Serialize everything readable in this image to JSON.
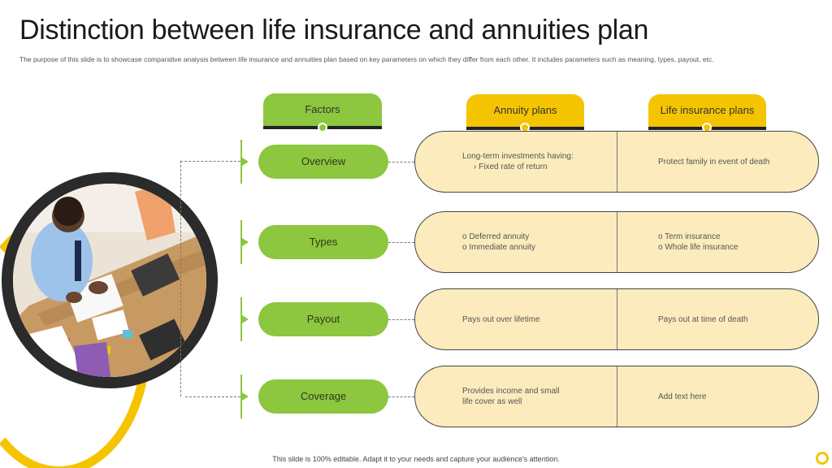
{
  "title": "Distinction between life insurance and annuities plan",
  "subtitle": "The purpose of this slide is to showcase comparative analysis between life insurance and annuities plan based on key parameters on which they differ from each other. It includes parameters such as meaning, types, payout, etc.",
  "headers": {
    "factors": "Factors",
    "annuity": "Annuity plans",
    "life": "Life insurance plans"
  },
  "rows": [
    {
      "factor": "Overview",
      "annuity_lines": [
        "Long-term investments having:",
        "›   Fixed rate of return"
      ],
      "life_lines": [
        "Protect family in event of death"
      ]
    },
    {
      "factor": "Types",
      "annuity_lines": [
        "o   Deferred annuity",
        "o   Immediate annuity"
      ],
      "life_lines": [
        "o   Term insurance",
        "o   Whole life insurance"
      ]
    },
    {
      "factor": "Payout",
      "annuity_lines": [
        "Pays out over lifetime"
      ],
      "life_lines": [
        "Pays out at time of death"
      ]
    },
    {
      "factor": "Coverage",
      "annuity_lines": [
        "Provides income and small",
        "life cover as well"
      ],
      "life_lines": [
        "Add text here"
      ]
    }
  ],
  "footer": "This slide is 100% editable. Adapt it to your needs and capture your audience's attention.",
  "colors": {
    "green": "#8dc63f",
    "yellow": "#f5c400",
    "row_fill": "#fcebbd"
  }
}
